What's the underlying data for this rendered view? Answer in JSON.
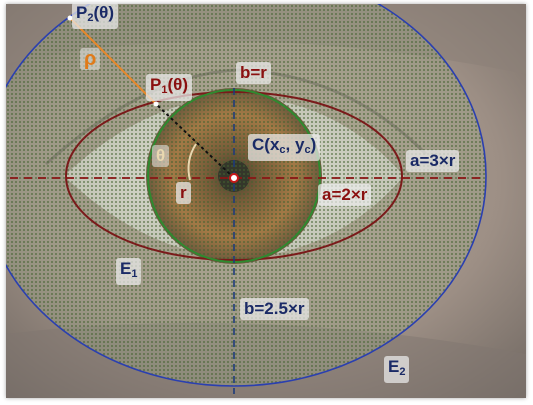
{
  "labels": {
    "p2": {
      "main": "P",
      "sub": "2",
      "tail": "(θ)"
    },
    "rho": "ρ",
    "p1": {
      "main": "P",
      "sub": "1",
      "tail": "(θ)"
    },
    "b_top": "b=r",
    "center": {
      "main": "C(x",
      "sub1": "c",
      "mid": ", y",
      "sub2": "c",
      "tail": ")"
    },
    "a_outer": "a=3×r",
    "theta": "θ",
    "r": "r",
    "a_inner": "a=2×r",
    "e1": {
      "main": "E",
      "sub": "1"
    },
    "b_bottom": "b=2.5×r",
    "e2": {
      "main": "E",
      "sub": "2"
    }
  },
  "colors": {
    "outer_ellipse": "#2a3fb0",
    "inner_ellipse": "#7a1a1a",
    "iris_circle": "#2f8a2f",
    "horizontal_axis": "#8a1414",
    "vertical_axis": "#1e3b7a",
    "rho_line": "#e8882b",
    "dark_text": "#1a2a66",
    "red_text": "#8a1010",
    "orange_text": "#e07a1a",
    "dot_fill": "#4d6b3a"
  }
}
